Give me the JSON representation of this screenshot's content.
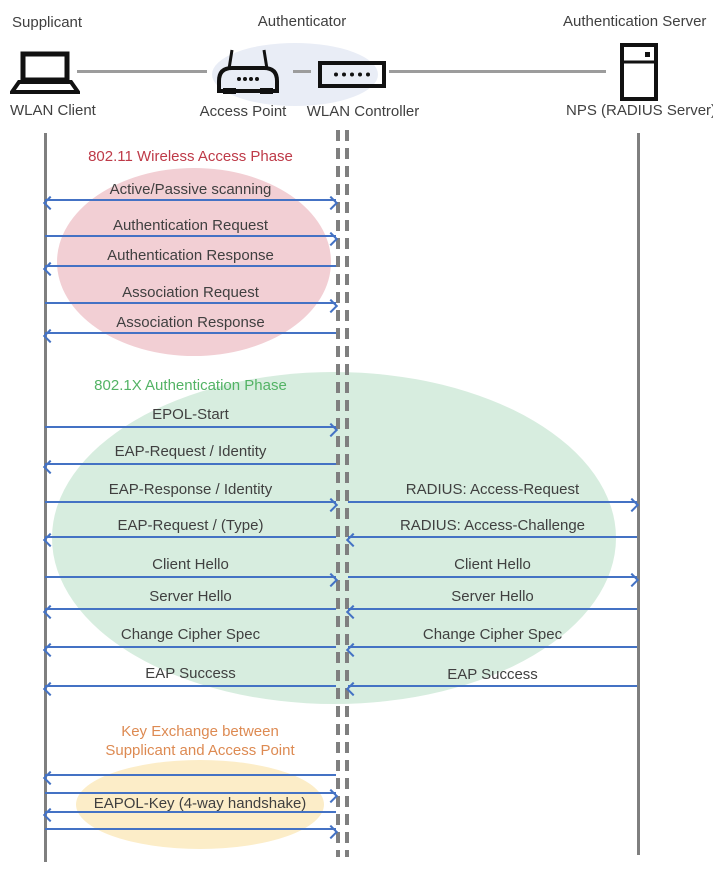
{
  "roles": {
    "supplicant": "Supplicant",
    "authenticator": "Authenticator",
    "authentication_server": "Authentication Server"
  },
  "nodes": {
    "wlan_client": {
      "label": "WLAN Client",
      "icon": "laptop-icon"
    },
    "access_point": {
      "label": "Access Point",
      "icon": "access-point-icon"
    },
    "wlan_controller": {
      "label": "WLAN Controller",
      "icon": "wlan-controller-icon"
    },
    "nps": {
      "label": "NPS (RADIUS Server)",
      "icon": "server-icon"
    }
  },
  "phases": {
    "wireless_access": {
      "title": "802.11 Wireless Access Phase",
      "title_color": "#BE3A48",
      "ellipse_color": "#F2CFD4",
      "messages": [
        {
          "label": "Active/Passive scanning",
          "direction": "both"
        },
        {
          "label": "Authentication Request",
          "direction": "right"
        },
        {
          "label": "Authentication Response",
          "direction": "left"
        },
        {
          "label": "Association Request",
          "direction": "right"
        },
        {
          "label": "Association Response",
          "direction": "left"
        }
      ]
    },
    "dot1x_authentication": {
      "title": "802.1X Authentication Phase",
      "title_color": "#53B365",
      "ellipse_color": "#D7EDDF",
      "client_messages": [
        {
          "label": "EPOL-Start",
          "direction": "right"
        },
        {
          "label": "EAP-Request / Identity",
          "direction": "left"
        },
        {
          "label": "EAP-Response / Identity",
          "direction": "right"
        },
        {
          "label": "EAP-Request / (Type)",
          "direction": "left"
        },
        {
          "label": "Client Hello",
          "direction": "right"
        },
        {
          "label": "Server Hello",
          "direction": "left"
        },
        {
          "label": "Change Cipher Spec",
          "direction": "left"
        },
        {
          "label": "EAP Success",
          "direction": "left"
        }
      ],
      "server_messages": [
        {
          "label": "RADIUS: Access-Request",
          "direction": "right"
        },
        {
          "label": "RADIUS: Access-Challenge",
          "direction": "left"
        },
        {
          "label": "Client Hello",
          "direction": "right"
        },
        {
          "label": "Server Hello",
          "direction": "left"
        },
        {
          "label": "Change Cipher Spec",
          "direction": "left"
        },
        {
          "label": "EAP Success",
          "direction": "left"
        }
      ]
    },
    "key_exchange": {
      "title_line1": "Key Exchange between",
      "title_line2": "Supplicant and Access Point",
      "title_color": "#DD8A52",
      "ellipse_color": "#FCEDC8",
      "message": "EAPOL-Key (4-way handshake)",
      "arrow_directions": [
        "left",
        "right",
        "left",
        "right"
      ]
    }
  },
  "colors": {
    "arrow": "#4472C4",
    "lifeline": "#7F7F7F",
    "connector": "#9C9C9C",
    "node_ellipse": "#E9EDF6",
    "text": "#404040"
  }
}
